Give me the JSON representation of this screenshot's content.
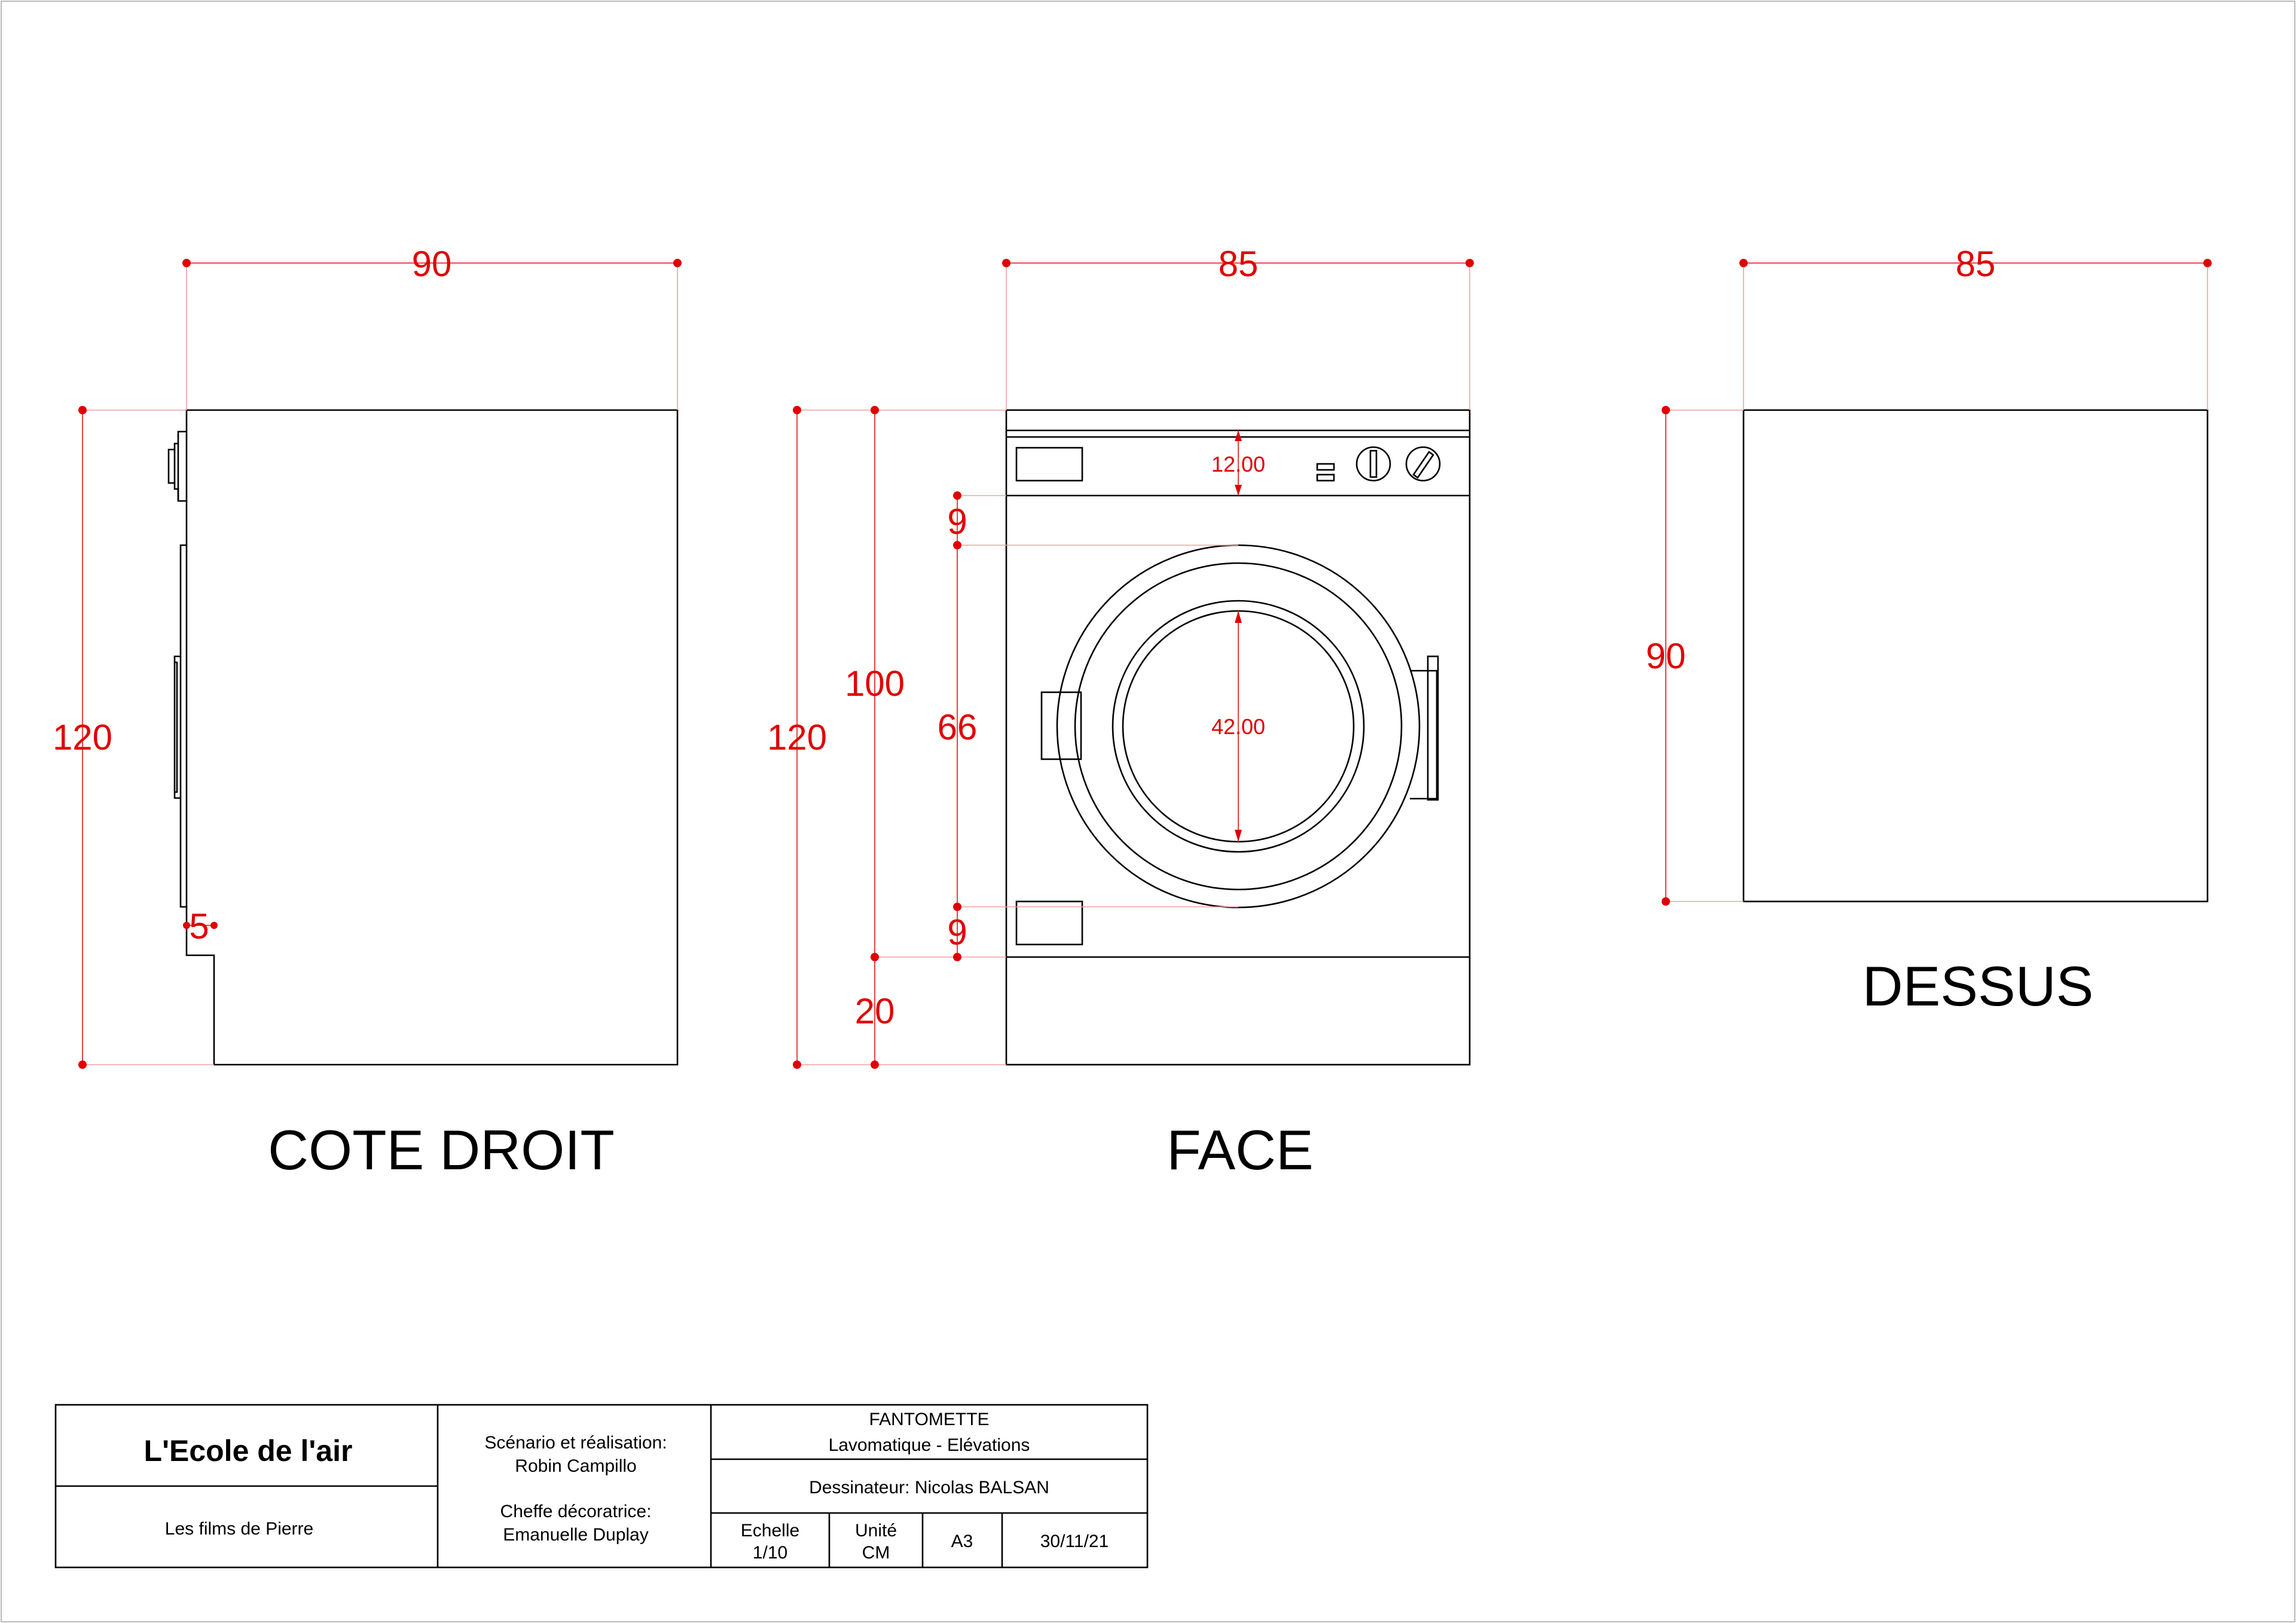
{
  "views": {
    "side": {
      "label": "COTE DROIT",
      "dims": {
        "width": "90",
        "height": "120",
        "base_step": "5"
      }
    },
    "front": {
      "label": "FACE",
      "dims": {
        "width": "85",
        "total_height": "120",
        "body_height": "100",
        "door_height": "66",
        "gap_top": "9",
        "gap_bottom": "9",
        "base_height": "20",
        "panel_height": "12.00",
        "drum_diameter": "42.00"
      }
    },
    "top": {
      "label": "DESSUS",
      "dims": {
        "width": "85",
        "depth": "90"
      }
    }
  },
  "title_block": {
    "company": "L'Ecole de l'air",
    "client": "Les films de Pierre",
    "credits_line1": "Scénario et réalisation:",
    "credits_line2": "Robin Campillo",
    "credits_line3": "Cheffe décoratrice:",
    "credits_line4": "Emanuelle Duplay",
    "project": "FANTOMETTE",
    "subject": "Lavomatique - Elévations",
    "drafter": "Dessinateur: Nicolas BALSAN",
    "scale_label": "Echelle",
    "scale_value": "1/10",
    "unit_label": "Unité",
    "unit_value": "CM",
    "format": "A3",
    "date": "30/11/21"
  },
  "colors": {
    "dimension": "#e00000",
    "extension": "#f0a0a0",
    "line": "#000000"
  }
}
